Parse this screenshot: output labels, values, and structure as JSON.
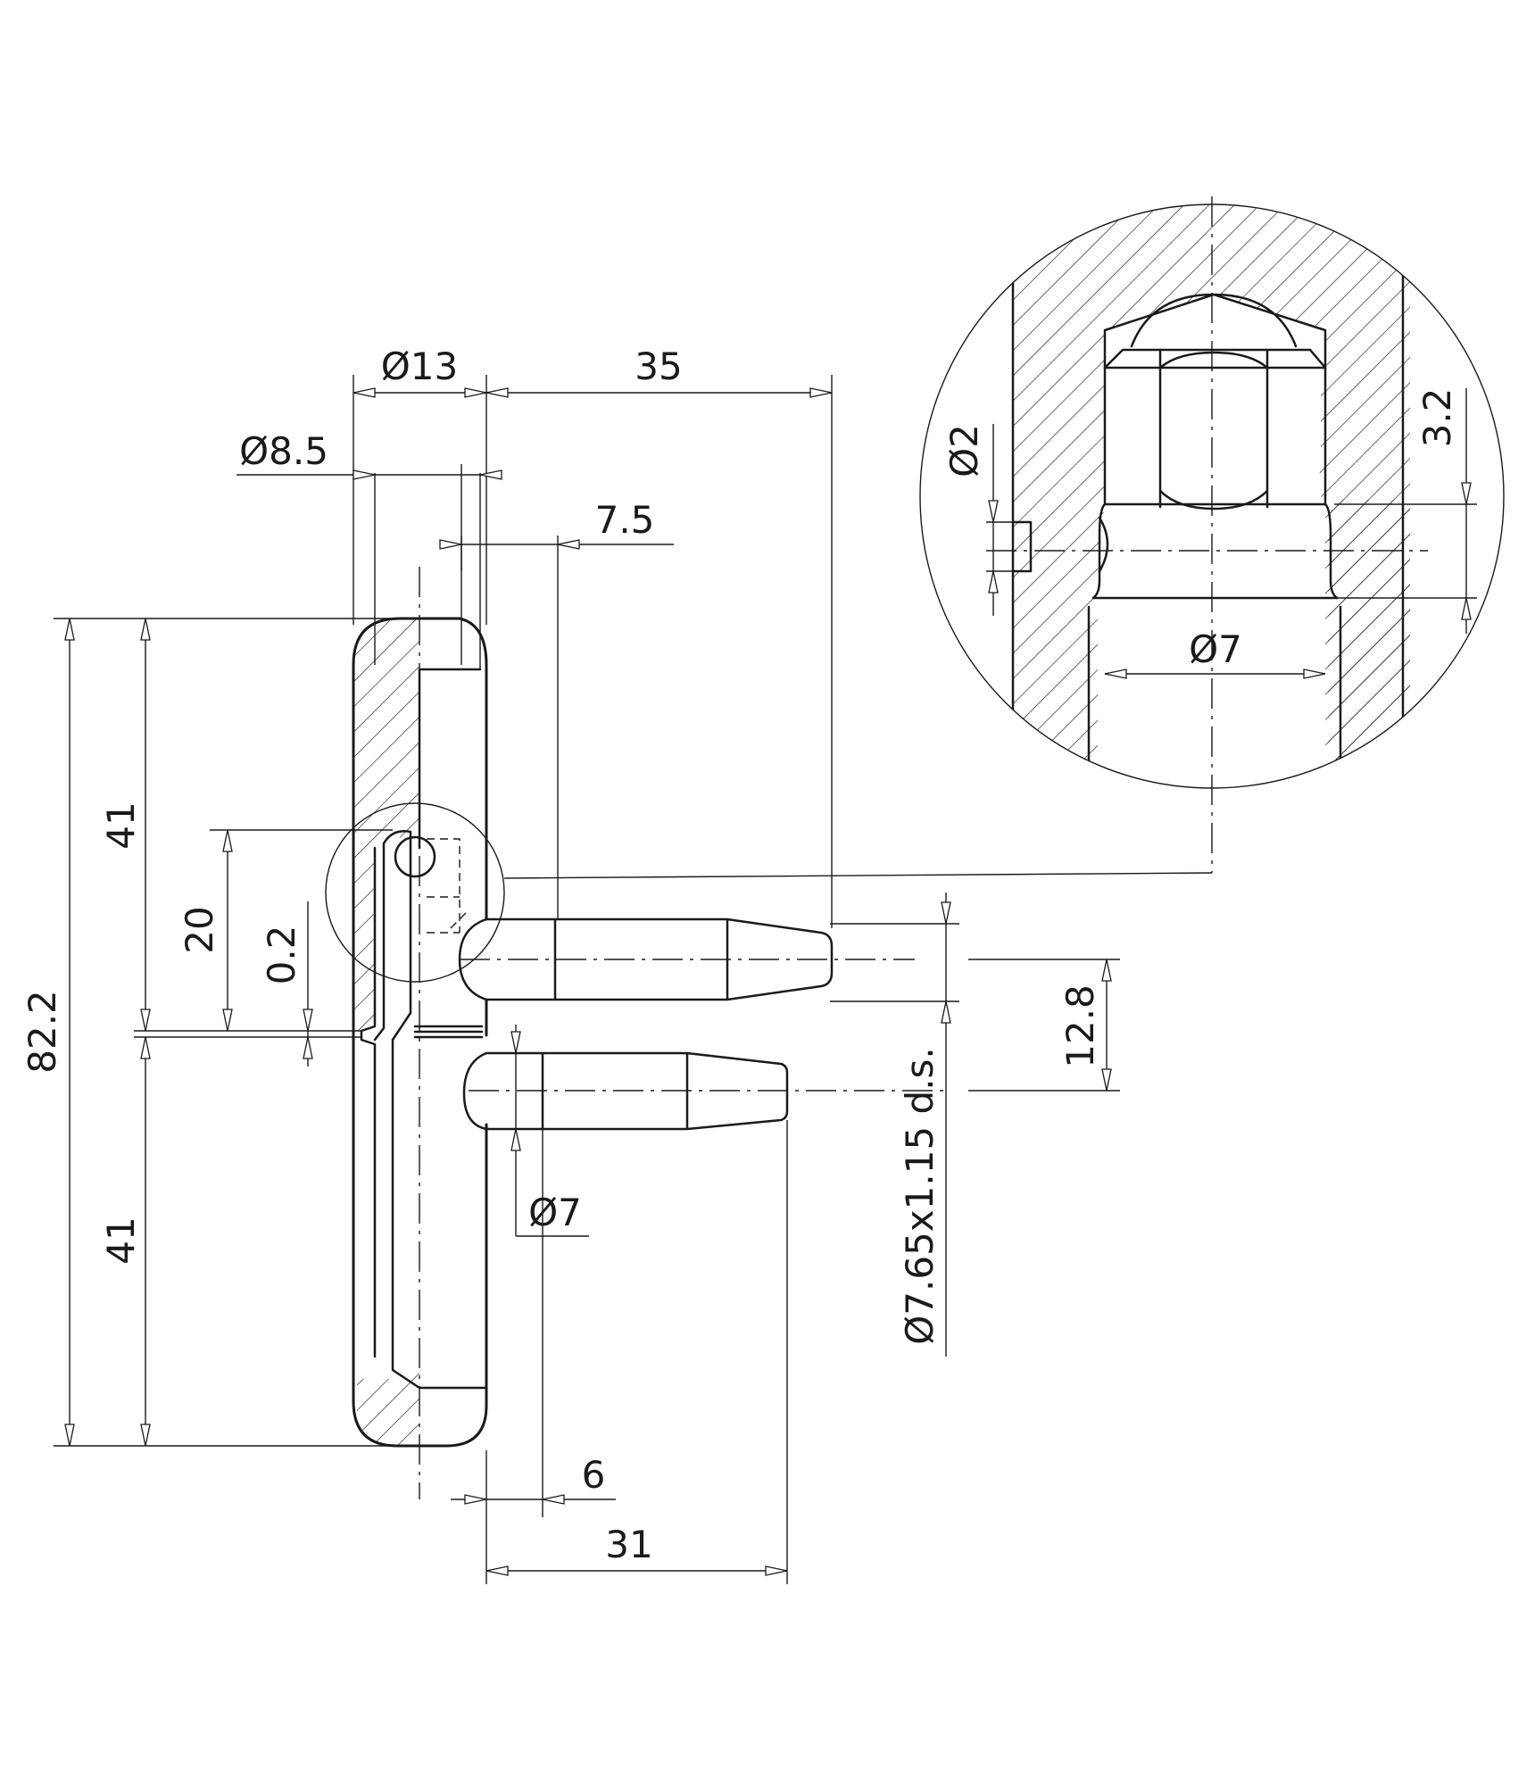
{
  "dimensions": {
    "bore_diameter": "Ø13",
    "inner_diameter": "Ø8.5",
    "pin_reach": "35",
    "pin_offset": "7.5",
    "total_height": "82.2",
    "upper_half": "41",
    "lower_half": "41",
    "detail_height": "20",
    "gap": "0.2",
    "pin_spacing": "12.8",
    "thread": "Ø7.65x1.15 d.s.",
    "pin_diameter": "Ø7",
    "shoulder": "6",
    "lower_reach": "31"
  },
  "detail": {
    "hole_diameter": "Ø2",
    "groove_width": "3.2",
    "bore_diameter": "Ø7"
  }
}
